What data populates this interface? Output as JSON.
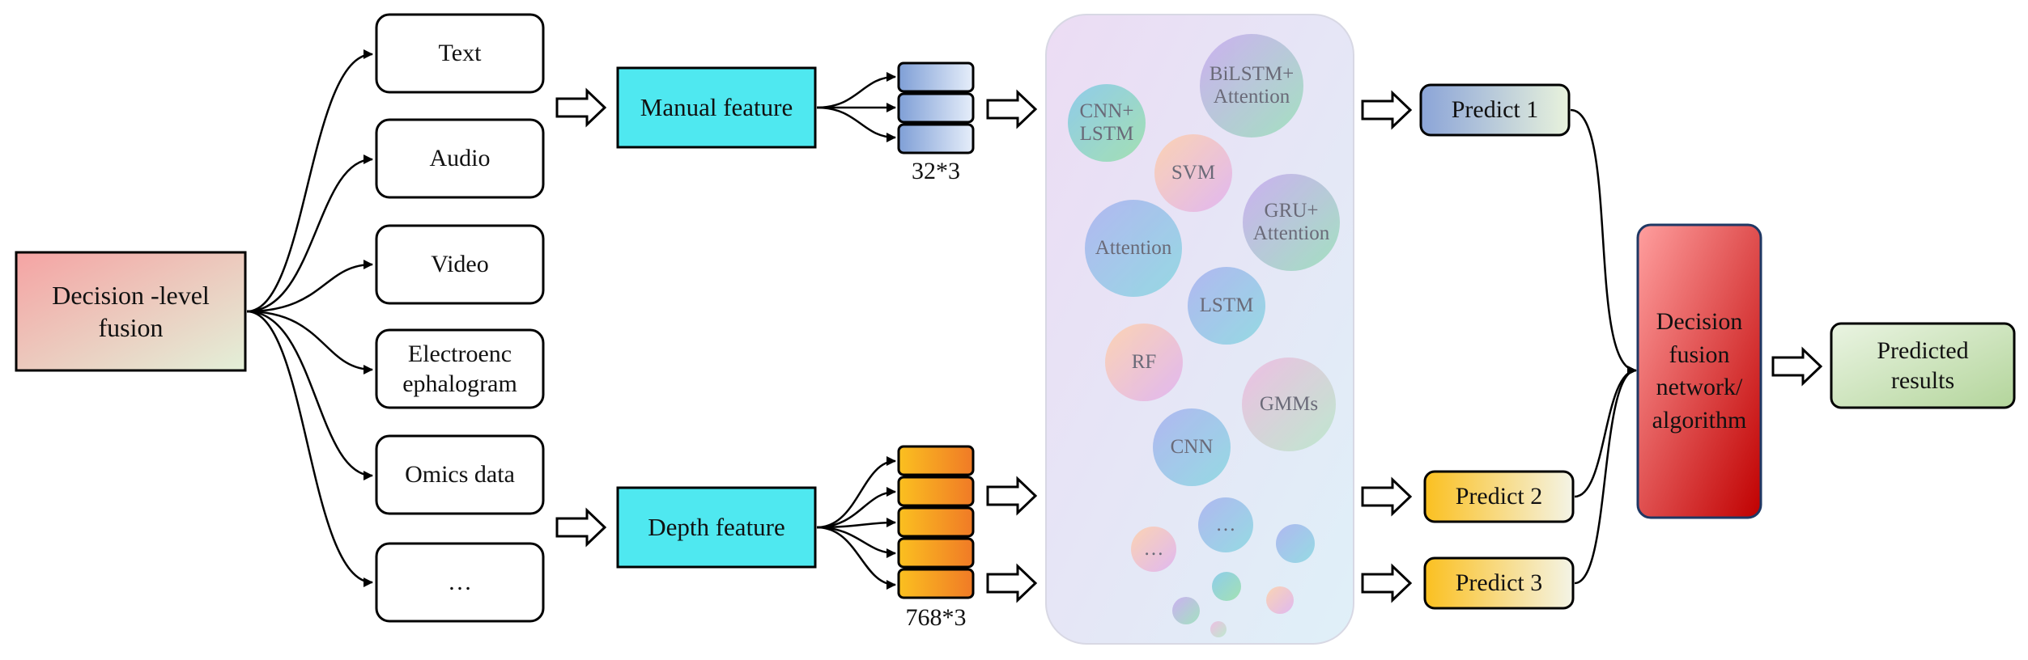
{
  "title": "Decision -level fusion",
  "sources": [
    {
      "label": "Text"
    },
    {
      "label": "Audio"
    },
    {
      "label": "Video"
    },
    {
      "label": "Electroenc ephalogram"
    },
    {
      "label": "Omics data"
    },
    {
      "label": "…"
    }
  ],
  "manual_feature": {
    "label": "Manual feature",
    "dims": "32*3"
  },
  "depth_feature": {
    "label": "Depth feature",
    "dims": "768*3"
  },
  "models": [
    {
      "label": "CNN+ LSTM"
    },
    {
      "label": "BiLSTM+ Attention"
    },
    {
      "label": "SVM"
    },
    {
      "label": "GRU+ Attention"
    },
    {
      "label": "Attention"
    },
    {
      "label": "LSTM"
    },
    {
      "label": "RF"
    },
    {
      "label": "GMMs"
    },
    {
      "label": "CNN"
    },
    {
      "label": "…"
    },
    {
      "label": "…"
    }
  ],
  "predictions": [
    {
      "label": "Predict 1"
    },
    {
      "label": "Predict 2"
    },
    {
      "label": "Predict 3"
    }
  ],
  "fusion": {
    "label": "Decision fusion network/ algorithm"
  },
  "result": {
    "label": "Predicted results"
  },
  "colors": {
    "title_gradient": [
      "#f5a3a3",
      "#e3f0d8"
    ],
    "feature_gradient": [
      "#00f0f0",
      "#b8dcf0"
    ],
    "manual_blocks": [
      "#7f9fd6",
      "#e6eefa"
    ],
    "depth_blocks": [
      "#fbc020",
      "#f07a26"
    ],
    "predict1": [
      "#8ba4d8",
      "#e8f2dc"
    ],
    "predict_orange": [
      "#fbc020",
      "#f2f4e8"
    ],
    "fusion": [
      "#ff9a9a",
      "#c00000"
    ],
    "result": [
      "#e2f0d8",
      "#b5d6a0"
    ],
    "model_panel": [
      "#ecdcf4",
      "#e0eef8"
    ]
  }
}
